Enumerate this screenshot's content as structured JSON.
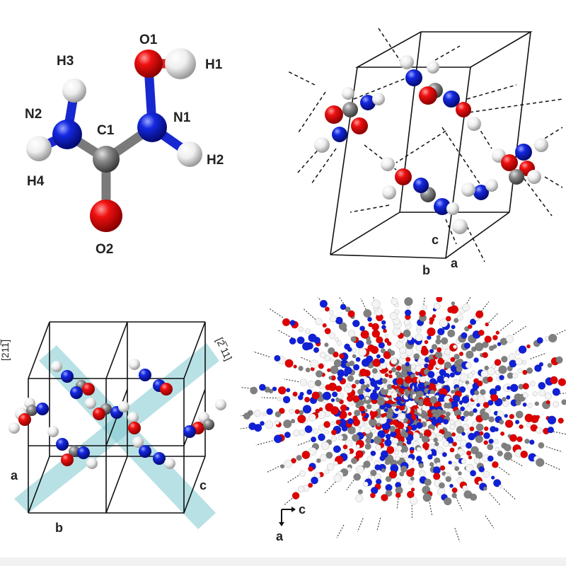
{
  "molecule": {
    "atoms": [
      "O1",
      "H1",
      "H3",
      "N2",
      "C1",
      "N1",
      "H2",
      "H4",
      "O2"
    ]
  },
  "cell_top": {
    "axes": [
      "c",
      "b",
      "a"
    ]
  },
  "cell_bottom": {
    "axes": [
      "a",
      "b",
      "c"
    ],
    "planes": [
      "[211̅]",
      "[2̅ 11]"
    ]
  },
  "packing": {
    "axes": [
      "c",
      "a"
    ]
  },
  "colors": {
    "oxygen": "#e00000",
    "nitrogen": "#1020d8",
    "carbon": "#808080",
    "hydrogen": "#f4f4f4",
    "plane": "#7ec8cf"
  }
}
